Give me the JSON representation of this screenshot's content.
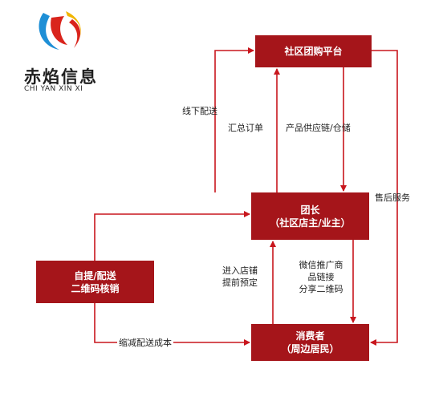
{
  "logo": {
    "name_cn": "赤焰信息",
    "name_en": "CHI YAN XIN XI",
    "colors": [
      "#1e8fd6",
      "#f1b500",
      "#d9241c"
    ]
  },
  "nodes": {
    "platform": {
      "label": "社区团购平台"
    },
    "leader": {
      "label_line1": "团长",
      "label_line2": "（社区店主/业主）"
    },
    "self": {
      "label_line1": "自提/配送",
      "label_line2": "二维码核销"
    },
    "consumer": {
      "label_line1": "消费者",
      "label_line2": "（周边居民）"
    }
  },
  "edges": {
    "offline_delivery": "线下配送",
    "summary_order": "汇总订单",
    "supply_chain": "产品供应链/仓储",
    "after_sales": "售后服务",
    "enter_store_1": "进入店铺",
    "enter_store_2": "提前预定",
    "wechat_1": "微信推广商",
    "wechat_2": "品链接",
    "wechat_3": "分享二维码",
    "reduce_cost": "缩减配送成本"
  },
  "colors": {
    "box": "#a5151a",
    "line": "#c8161d"
  }
}
